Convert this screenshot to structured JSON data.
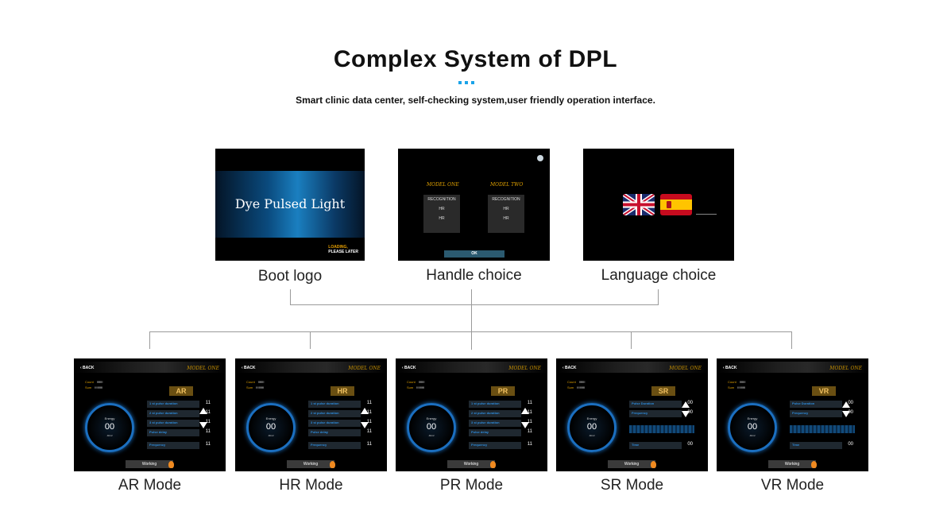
{
  "header": {
    "title": "Complex System of DPL",
    "subtitle": "Smart clinic data center, self-checking system,user friendly operation interface."
  },
  "top_screens": [
    {
      "caption": "Boot logo"
    },
    {
      "caption": "Handle choice"
    },
    {
      "caption": "Language choice"
    }
  ],
  "boot": {
    "logo_text": "Dye Pulsed Light",
    "loading_1": "LOADING,",
    "loading_2": "PLEASE LATER"
  },
  "handle": {
    "model_one": "MODEL ONE",
    "model_two": "MODEL TWO",
    "recognition": "RECOGNITION",
    "hr": "HR",
    "ok": "OK"
  },
  "modes": [
    {
      "caption": "AR Mode",
      "badge": "AR"
    },
    {
      "caption": "HR Mode",
      "badge": "HR"
    },
    {
      "caption": "PR Mode",
      "badge": "PR"
    },
    {
      "caption": "SR Mode",
      "badge": "SR"
    },
    {
      "caption": "VR Mode",
      "badge": "VR"
    }
  ],
  "mode_ui": {
    "back": "‹ BACK",
    "model": "MODEL ONE",
    "count_label": "Count",
    "count_value": "!!!!!!!",
    "sum_label": "Sum",
    "sum_value": "!!!!!!!!!",
    "energy_label": "Energy",
    "energy_value": "00",
    "energy_unit": "J/cm²",
    "working": "Working",
    "row_1st": "1 st pulse duration",
    "row_2nd": "2 st pulse duration",
    "row_3rd": "3 st pulse duration",
    "row_delay": "Pulse delay",
    "row_freq": "Frequency",
    "row_pd": "Pulse Duration",
    "row_time": "Time",
    "val_11": "11",
    "val_00": "00"
  }
}
